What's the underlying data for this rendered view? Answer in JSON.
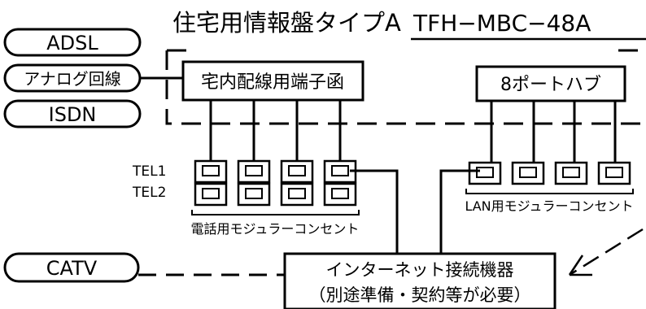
{
  "panel": {
    "title_main": "住宅用情報盤タイプA",
    "title_model": "TFH−MBC−48A"
  },
  "lines_in": {
    "adsl": "ADSL",
    "analog": "アナログ回線",
    "isdn": "ISDN",
    "catv": "CATV"
  },
  "terminal_box": {
    "label": "宅内配線用端子函"
  },
  "hub": {
    "label": "8ポートハブ"
  },
  "tel_jacks": {
    "row1": "TEL1",
    "row2": "TEL2",
    "caption": "電話用モジュラーコンセント"
  },
  "lan_jacks": {
    "caption": "LAN用モジュラーコンセント"
  },
  "internet_device": {
    "line1": "インターネット接続機器",
    "line2": "（別途準備・契約等が必要）"
  }
}
